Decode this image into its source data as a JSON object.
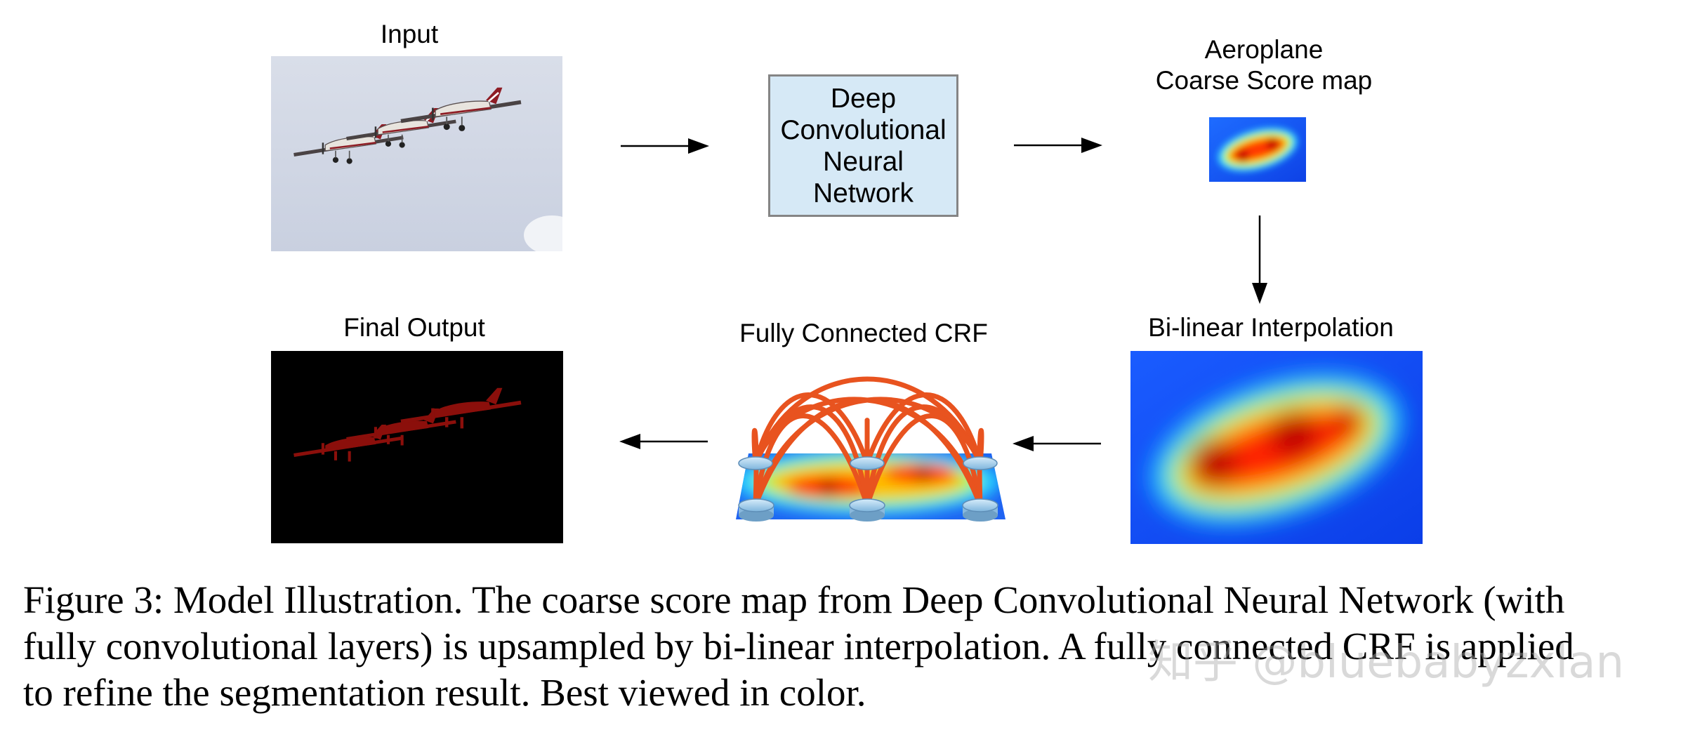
{
  "labels": {
    "input": "Input",
    "dcnn": [
      "Deep",
      "Convolutional",
      "Neural",
      "Network"
    ],
    "coarse_line1": "Aeroplane",
    "coarse_line2": "Coarse Score map",
    "bilinear": "Bi-linear Interpolation",
    "crf": "Fully Connected CRF",
    "final": "Final Output"
  },
  "caption": {
    "line1": "Figure 3: Model Illustration. The coarse score map from Deep Convolutional Neural Network (with",
    "line2": "fully convolutional layers) is upsampled by bi-linear interpolation. A fully connected CRF is applied",
    "line3": "to refine the segmentation result. Best viewed in color."
  },
  "watermark": "知乎 @bluebabyzxlan",
  "colors": {
    "box_fill": "#d6e9f6",
    "box_border": "#858585",
    "segmentation": "#8b0f0b",
    "crf_arcs": "#e8531f",
    "heatmap_low": "#0a3cff",
    "heatmap_high": "#c40000"
  }
}
